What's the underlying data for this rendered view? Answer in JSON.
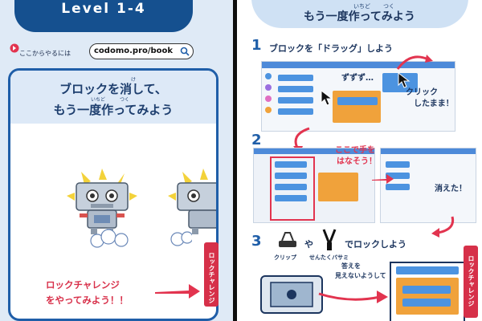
{
  "left": {
    "level_title": "Level 1-4",
    "url_label": "ここからやるには",
    "url_value": "codomo.pro/book",
    "card_title_line1": "ブロックを消して、",
    "card_title_line2": "もう一度作ってみよう",
    "card_ruby_ke": "け",
    "card_ruby_ichido": "いちど",
    "card_ruby_tsuku": "つく",
    "challenge_line1": "ロックチャレンジ",
    "challenge_line2": "をやってみよう！！",
    "lock_tag_label": "ロックチャレンジ"
  },
  "right": {
    "title": "もう一度作ってみよう",
    "title_ruby_ichido": "いちど",
    "title_ruby_tsuku": "つく",
    "step1_num": "1",
    "step1_text": "ブロックを「ドラッグ」しよう",
    "step1_callout_a": "ずずず…",
    "step1_callout_b": "クリック",
    "step1_callout_c": "したまま！",
    "step2_num": "2",
    "step2_callout_a": "ここで手を",
    "step2_callout_b": "はなそう！",
    "step2_callout_c": "消えた！",
    "step3_num": "3",
    "step3_text_ya": "や",
    "step3_text": "でロックしよう",
    "clip_label": "クリップ",
    "clothespin_label": "せんたくバサミ",
    "answer_hide_line1": "答えを",
    "answer_hide_line2": "見えないようして",
    "lock_tag_label": "ロックチャレンジ"
  },
  "colors": {
    "navy": "#15508f",
    "accent_red": "#e2344f",
    "block_blue": "#4c93e0"
  }
}
